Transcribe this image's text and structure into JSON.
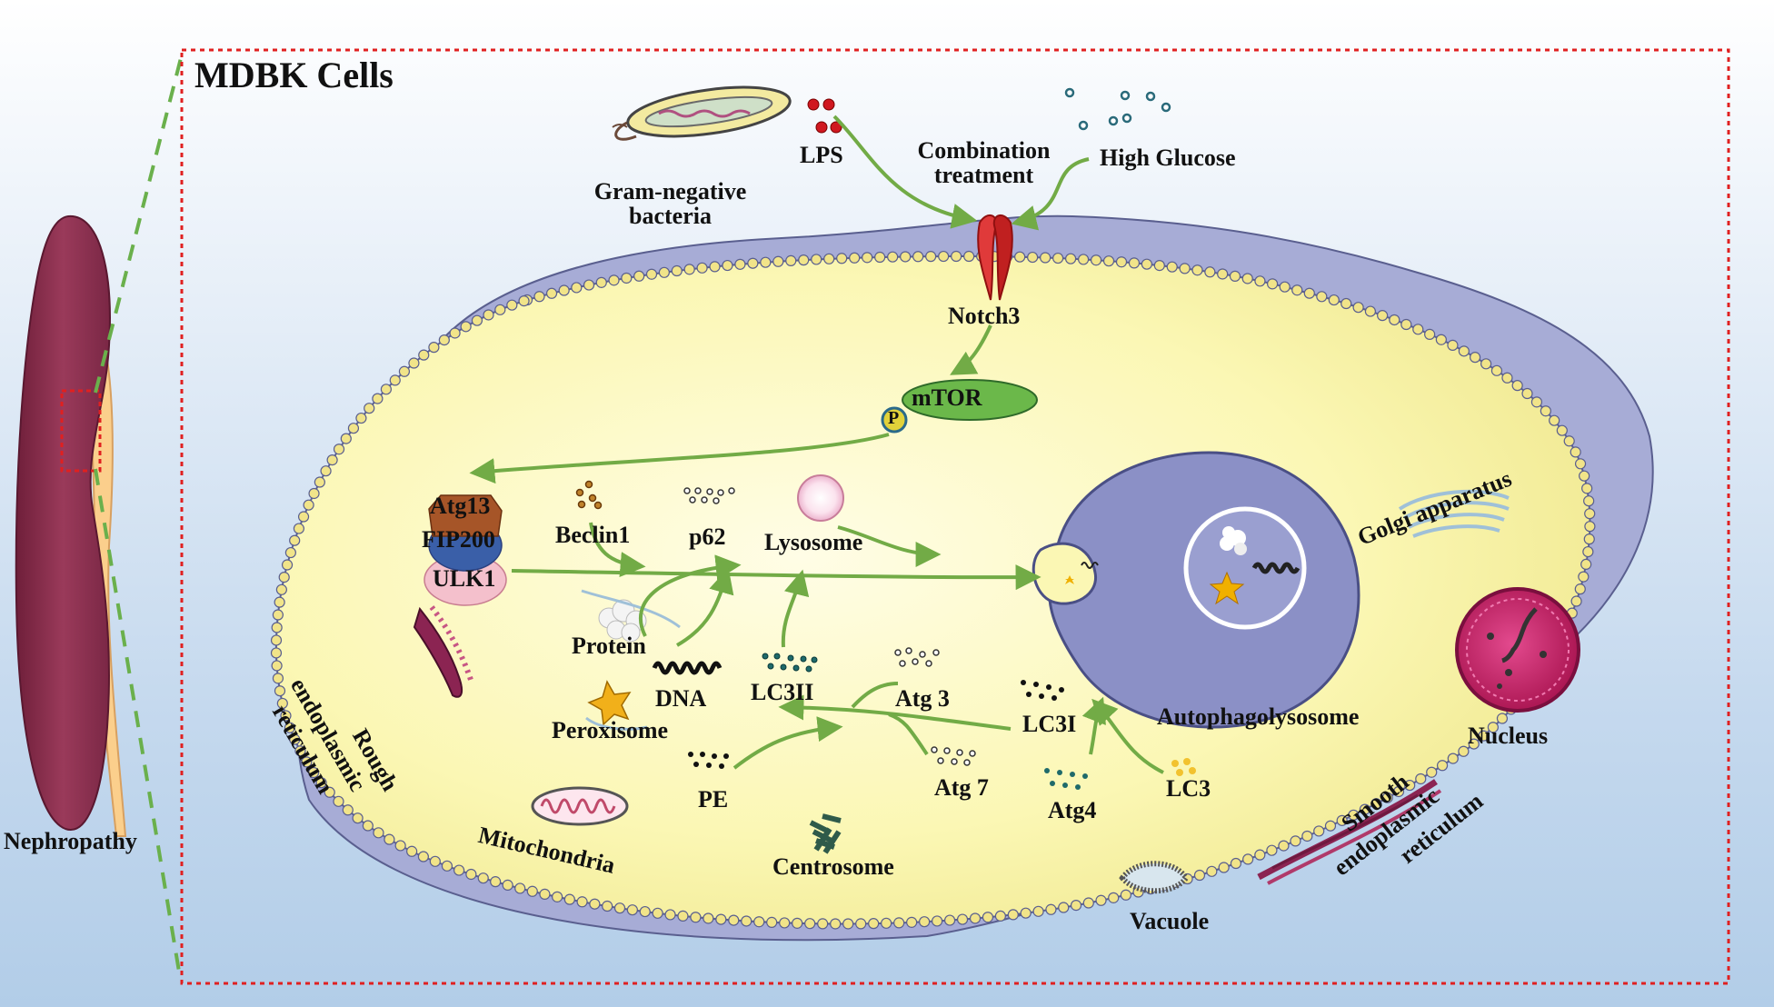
{
  "title": "MDBK Cells",
  "organ_label": "Nephropathy",
  "stimuli": {
    "bacteria": "Gram-negative bacteria",
    "lps": "LPS",
    "combination": "Combination treatment",
    "glucose": "High Glucose"
  },
  "pathway": {
    "receptor": "Notch3",
    "kinase": "mTOR",
    "phospho": "P",
    "complex": [
      "Atg13",
      "FIP200",
      "ULK1"
    ],
    "beclin": "Beclin1",
    "p62": "p62",
    "lysosome": "Lysosome",
    "protein": "Protein",
    "dna": "DNA",
    "peroxisome": "Peroxisome",
    "pe": "PE",
    "lc3ii": "LC3II",
    "atg3": "Atg 3",
    "atg7": "Atg 7",
    "lc3i": "LC3I",
    "atg4": "Atg4",
    "lc3": "LC3",
    "autophagolysosome": "Autophagolysosome"
  },
  "organelles": {
    "golgi": "Golgi apparatus",
    "nucleus": "Nucleus",
    "rough_er": [
      "Rough",
      "endoplasmic",
      "reticulum"
    ],
    "smooth_er": [
      "Smooth",
      "endoplasmic",
      "reticulum"
    ],
    "mitochondria": "Mitochondria",
    "centrosome": "Centrosome",
    "vacuole": "Vacuole"
  },
  "colors": {
    "arrow": "#72ab46",
    "frame": "#e02020",
    "cytoplasm": "#fbf8b8",
    "membrane_bead": "#f1e489",
    "outer_cell": "#a7acd6",
    "autophagolysosome": "#8b90c6",
    "kidney": "#8d2e4e"
  }
}
